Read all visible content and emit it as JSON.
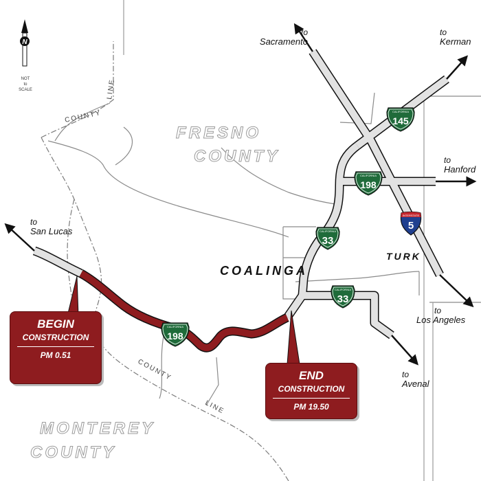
{
  "north_arrow": {
    "letter": "N",
    "scale_note": [
      "NOT",
      "to",
      "SCALE"
    ]
  },
  "county_line_label": {
    "word1": "COUNTY",
    "word2": "LINE"
  },
  "counties": {
    "fresno": [
      "FRESNO",
      "COUNTY"
    ],
    "monterey": [
      "MONTEREY",
      "COUNTY"
    ]
  },
  "places": {
    "coalinga": "COALINGA",
    "turk": "TURK"
  },
  "destinations": {
    "sacramento": {
      "to": "to",
      "name": "Sacramento"
    },
    "kerman": {
      "to": "to",
      "name": "Kerman"
    },
    "hanford": {
      "to": "to",
      "name": "Hanford"
    },
    "san_lucas": {
      "to": "to",
      "name": "San Lucas"
    },
    "los_angeles": {
      "to": "to",
      "name": "Los Angeles"
    },
    "avenal": {
      "to": "to",
      "name": "Avenal"
    }
  },
  "shields": {
    "caption_california": "CALIFORNIA",
    "caption_interstate": "INTERSTATE",
    "sr145": "145",
    "sr198_north": "198",
    "sr198_project": "198",
    "sr33_north": "33",
    "sr33_south": "33",
    "i5": "5"
  },
  "callouts": {
    "begin": {
      "title": "BEGIN",
      "subtitle": "CONSTRUCTION",
      "postmile": "PM 0.51"
    },
    "end": {
      "title": "END",
      "subtitle": "CONSTRUCTION",
      "postmile": "PM 19.50"
    }
  },
  "colors": {
    "project_route": "#8e1c1f",
    "road_fill": "#e2e2e2",
    "road_outline": "#111111",
    "shield_green": "#1f6b3a",
    "interstate_blue": "#1f3f8f",
    "interstate_red": "#c4262e"
  }
}
